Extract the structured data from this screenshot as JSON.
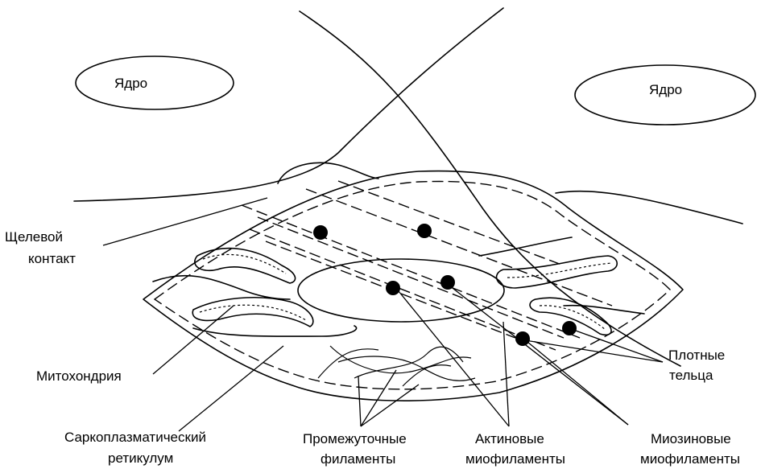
{
  "labels": {
    "nucleus_left": "Ядро",
    "nucleus_right": "Ядро",
    "gap_junction_1": "Щелевой",
    "gap_junction_2": "контакт",
    "mitochondrion": "Митохондрия",
    "sr_1": "Саркоплазматический",
    "sr_2": "ретикулум",
    "intermediate_1": "Промежуточные",
    "intermediate_2": "филаменты",
    "actin_1": "Актиновые",
    "actin_2": "миофиламенты",
    "myosin_1": "Миозиновые",
    "myosin_2": "миофиламенты",
    "dense_1": "Плотные",
    "dense_2": "тельца"
  }
}
